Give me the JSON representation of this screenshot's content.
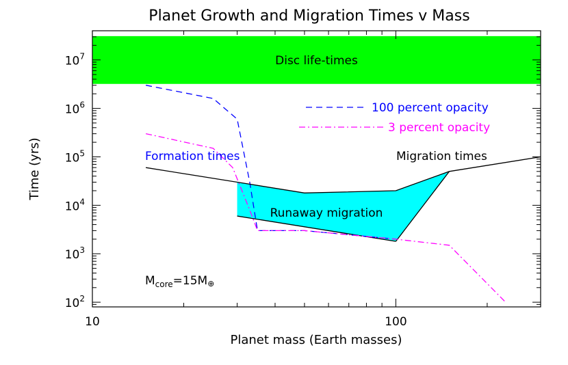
{
  "chart_data": {
    "type": "line",
    "title": "Planet Growth and Migration Times v Mass",
    "xlabel": "Planet mass (Earth masses)",
    "ylabel": "Time (yrs)",
    "x_scale": "log",
    "y_scale": "log",
    "xlim": [
      10,
      300
    ],
    "ylim": [
      80,
      40000000
    ],
    "x_ticks": [
      {
        "value": 10,
        "label": "10"
      },
      {
        "value": 100,
        "label": "100"
      }
    ],
    "y_ticks": [
      {
        "value": 100,
        "base": "10",
        "exp": "2"
      },
      {
        "value": 1000,
        "base": "10",
        "exp": "3"
      },
      {
        "value": 10000,
        "base": "10",
        "exp": "4"
      },
      {
        "value": 100000,
        "base": "10",
        "exp": "5"
      },
      {
        "value": 1000000,
        "base": "10",
        "exp": "6"
      },
      {
        "value": 10000000,
        "base": "10",
        "exp": "7"
      }
    ],
    "grid": false,
    "legend_placement": "top-right",
    "band": {
      "label": "Disc life-times",
      "y_range": [
        3200000,
        31000000
      ],
      "color": "#00ff00"
    },
    "runaway_region": {
      "label": "Runaway migration",
      "color": "#00ffff",
      "upper": [
        {
          "x": 30,
          "y": 30000
        },
        {
          "x": 50,
          "y": 18000
        },
        {
          "x": 100,
          "y": 20000
        },
        {
          "x": 150,
          "y": 50000
        }
      ],
      "lower": [
        {
          "x": 30,
          "y": 6000
        },
        {
          "x": 100,
          "y": 1800
        }
      ]
    },
    "series": [
      {
        "name": "100 percent opacity",
        "color": "#0000ff",
        "style": "dashed",
        "points": [
          {
            "x": 15,
            "y": 3000000
          },
          {
            "x": 25,
            "y": 1600000
          },
          {
            "x": 30,
            "y": 600000
          },
          {
            "x": 33,
            "y": 30000
          },
          {
            "x": 35,
            "y": 3000
          },
          {
            "x": 50,
            "y": 3000
          },
          {
            "x": 100,
            "y": 2000
          }
        ]
      },
      {
        "name": "3 percent opacity",
        "color": "#ff00ff",
        "style": "dashdot",
        "points": [
          {
            "x": 15,
            "y": 300000
          },
          {
            "x": 25,
            "y": 150000
          },
          {
            "x": 29,
            "y": 60000
          },
          {
            "x": 33,
            "y": 8000
          },
          {
            "x": 35,
            "y": 3000
          },
          {
            "x": 50,
            "y": 3000
          },
          {
            "x": 100,
            "y": 2000
          },
          {
            "x": 150,
            "y": 1500
          },
          {
            "x": 230,
            "y": 100
          }
        ]
      },
      {
        "name": "Migration times",
        "color": "#000000",
        "style": "solid",
        "points": [
          {
            "x": 15,
            "y": 60000
          },
          {
            "x": 30,
            "y": 30000
          },
          {
            "x": 50,
            "y": 18000
          },
          {
            "x": 100,
            "y": 20000
          },
          {
            "x": 150,
            "y": 50000
          },
          {
            "x": 300,
            "y": 100000
          }
        ]
      }
    ],
    "annotations": {
      "formation": {
        "text": "Formation times",
        "color": "#0000ff"
      },
      "migration": {
        "text": "Migration times",
        "color": "#000000"
      },
      "mcore": {
        "main": "M",
        "sub": "core",
        "rest": "=15M",
        "symbol": "⊕"
      }
    }
  }
}
